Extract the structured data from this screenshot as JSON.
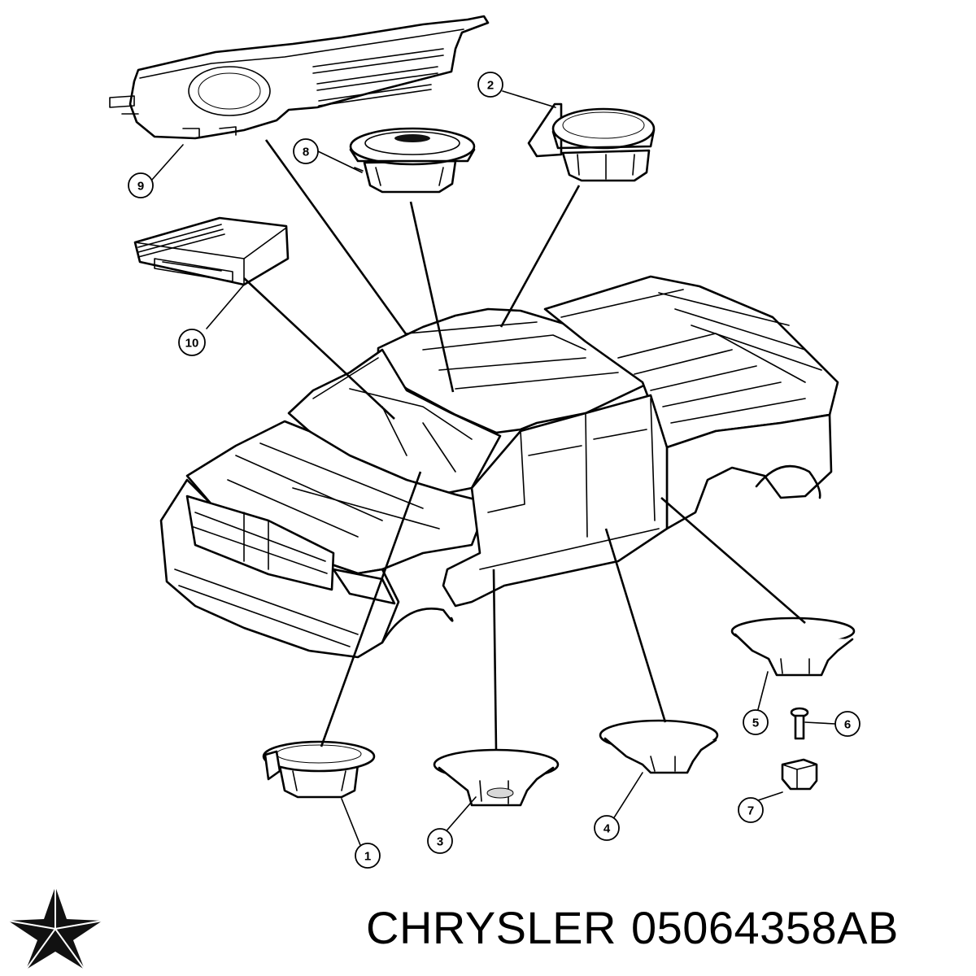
{
  "callouts": [
    "1",
    "2",
    "3",
    "4",
    "5",
    "6",
    "7",
    "8",
    "9",
    "10"
  ],
  "footer": {
    "brand": "CHRYSLER",
    "part_number": "05064358AB"
  },
  "icons": {
    "brand_logo": "chrysler-pentastar-icon"
  }
}
